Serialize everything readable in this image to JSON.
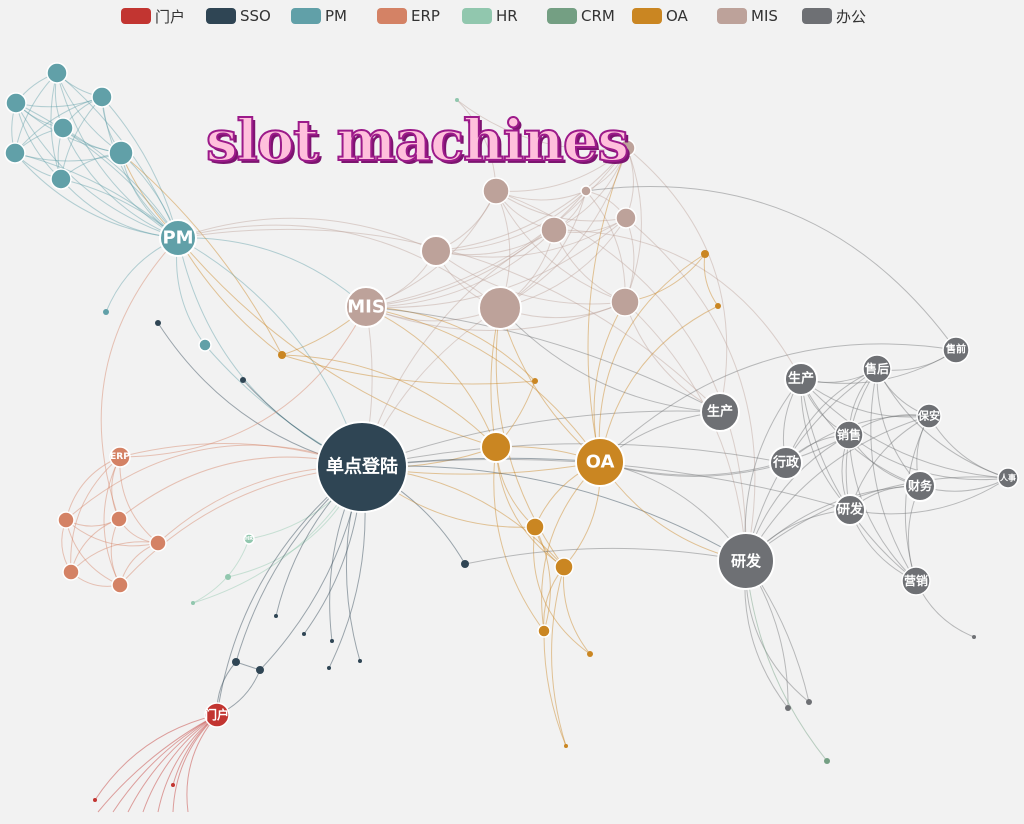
{
  "legend": {
    "items": [
      {
        "label": "门户",
        "color": "#c23531"
      },
      {
        "label": "SSO",
        "color": "#2f4554"
      },
      {
        "label": "PM",
        "color": "#61a0a8"
      },
      {
        "label": "ERP",
        "color": "#d48265"
      },
      {
        "label": "HR",
        "color": "#91c7ae"
      },
      {
        "label": "CRM",
        "color": "#749f83"
      },
      {
        "label": "OA",
        "color": "#ca8622"
      },
      {
        "label": "MIS",
        "color": "#bda29a"
      },
      {
        "label": "办公",
        "color": "#6e7074"
      }
    ]
  },
  "watermark": {
    "text": "slot machines"
  },
  "graph": {
    "node_labels": {
      "sso": "单点登陆",
      "oa": "OA",
      "mis": "MIS",
      "pm": "PM",
      "erp": "ERP",
      "portal": "门户",
      "rd_main": "研发",
      "rd": "研发",
      "prod1": "生产",
      "prod2": "生产",
      "after_sales": "售后",
      "pre_sales": "售前",
      "security": "保安",
      "sales": "销售",
      "admin": "行政",
      "finance": "财务",
      "marketing": "营销",
      "hr_dept": "人事",
      "hr_small": "HR"
    }
  }
}
